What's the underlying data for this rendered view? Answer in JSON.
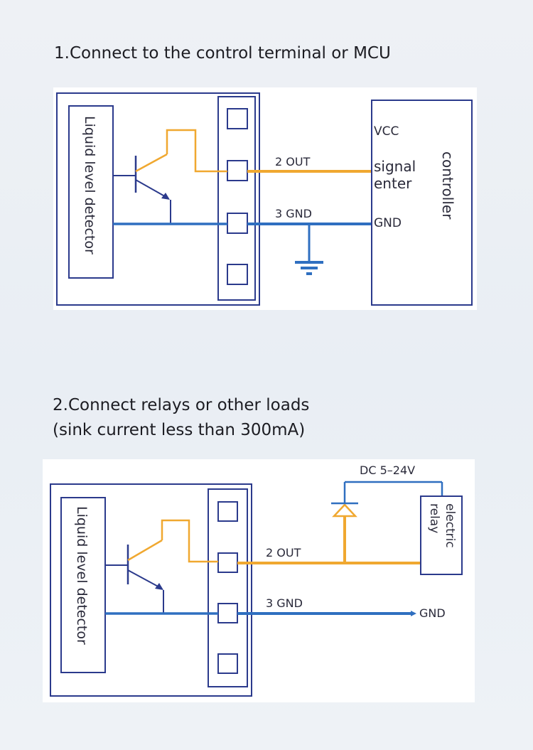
{
  "section1": {
    "heading": "1.Connect to the control terminal or MCU",
    "detector_label": "Liquid level detector",
    "wire_out_label": "2  OUT",
    "wire_gnd_label": "3  GND",
    "controller_label": "controller",
    "vcc_label": "VCC",
    "signal_label": "signal",
    "enter_label": "enter",
    "gnd_label": "GND"
  },
  "section2": {
    "heading_line1": "2.Connect relays or other loads",
    "heading_line2": "(sink current less than 300mA)",
    "detector_label": "Liquid level detector",
    "supply_label": "DC  5–24V",
    "relay_label": "electric relay",
    "wire_out_label": "2  OUT",
    "wire_gnd_label": "3  GND",
    "gnd_label": "GND"
  },
  "colors": {
    "frame": "#2b3a8c",
    "out_wire": "#f0a830",
    "gnd_wire": "#2f6fc0",
    "transistor": "#2b3a8c"
  }
}
